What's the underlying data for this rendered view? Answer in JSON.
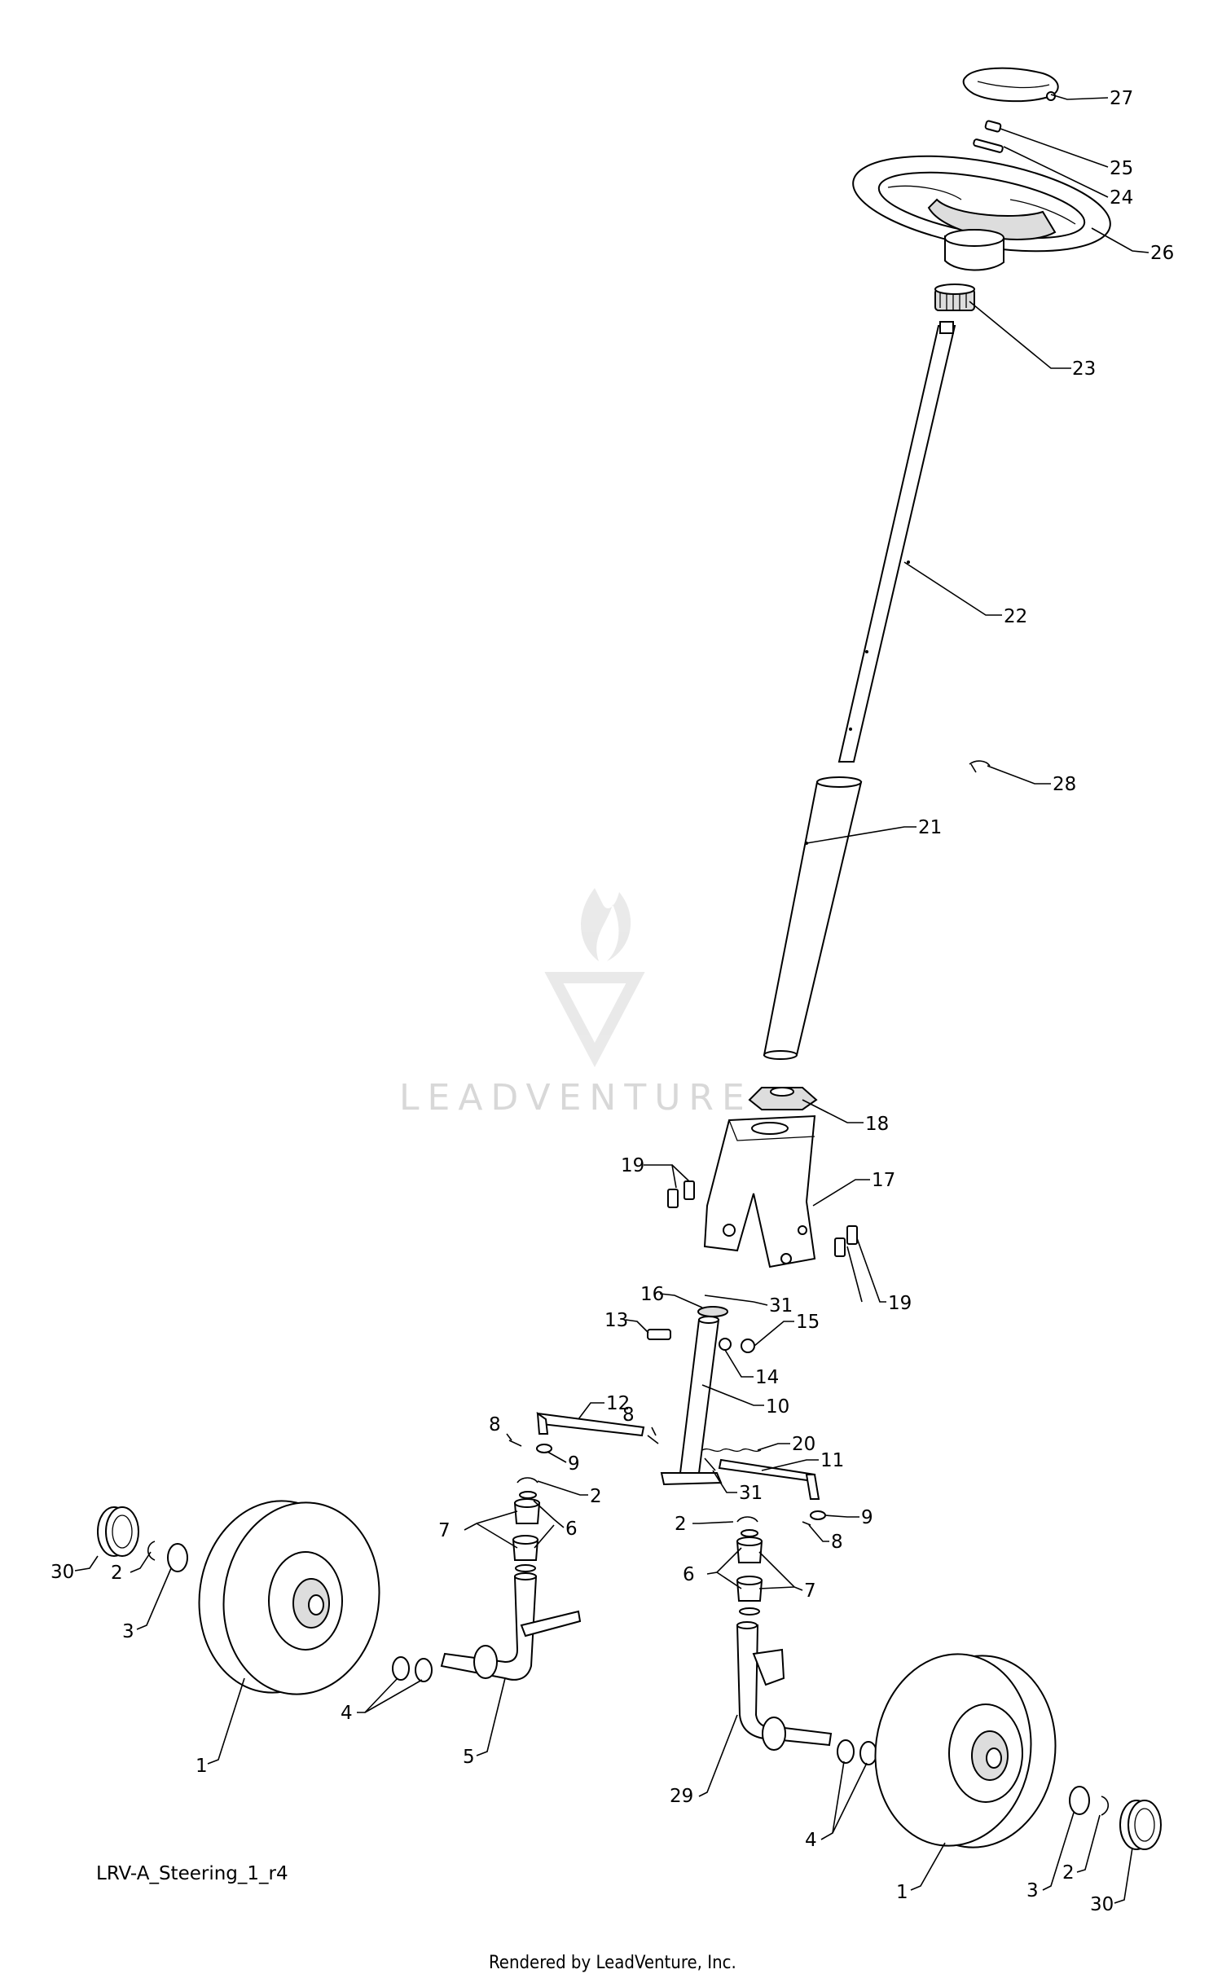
{
  "diagram": {
    "diagram_id": "LRV-A_Steering_1_r4",
    "footer": "Rendered by LeadVenture, Inc.",
    "watermark": "LEADVENTURE",
    "callouts": [
      "1",
      "2",
      "3",
      "4",
      "5",
      "6",
      "7",
      "8",
      "9",
      "10",
      "11",
      "12",
      "13",
      "14",
      "15",
      "16",
      "17",
      "18",
      "19",
      "20",
      "21",
      "22",
      "23",
      "24",
      "25",
      "26",
      "27",
      "28",
      "29",
      "30",
      "31"
    ]
  }
}
